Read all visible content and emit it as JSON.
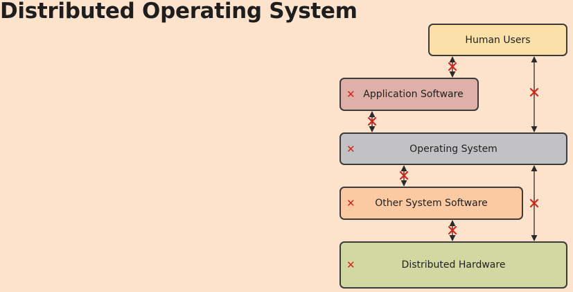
{
  "title": "Distributed Operating System",
  "boxes": {
    "human_users": "Human Users",
    "application_software": "Application Software",
    "operating_system": "Operating System",
    "other_system_software": "Other System Software",
    "distributed_hardware": "Distributed Hardware"
  },
  "marks": {
    "blocked_symbol": "✕"
  },
  "colors": {
    "background": "#fde3cc",
    "human_users": "#fbe0a8",
    "application_software": "#deb0a8",
    "operating_system": "#c2c1c4",
    "other_system_software": "#fbc9a2",
    "distributed_hardware": "#d2d8a2",
    "blocked_mark": "#d9221c"
  }
}
